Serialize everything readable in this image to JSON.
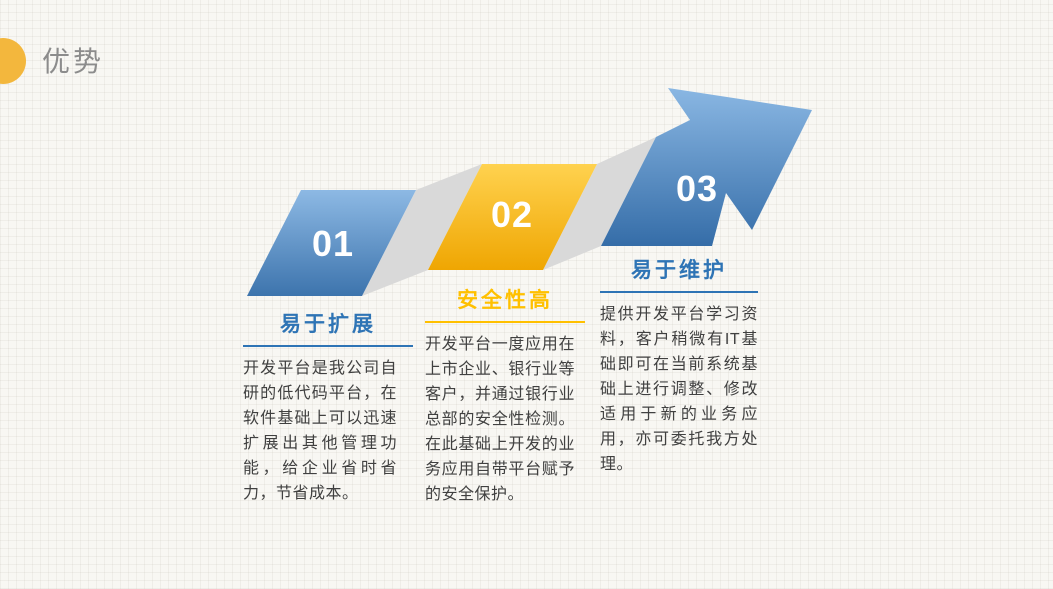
{
  "header": {
    "title": "优势"
  },
  "colors": {
    "blue": "#2e74b5",
    "gold": "#ffc000",
    "accent_circle": "#f3b73d",
    "connector_gray": "#d9d9d9",
    "body_text": "#404040",
    "title_gray": "#8c8c8c"
  },
  "steps": [
    {
      "number": "01",
      "heading": "易于扩展",
      "body": "开发平台是我公司自研的低代码平台，在软件基础上可以迅速扩展出其他管理功能，给企业省时省力，节省成本。"
    },
    {
      "number": "02",
      "heading": "安全性高",
      "body": "开发平台一度应用在上市企业、银行业等客户，并通过银行业总部的安全性检测。在此基础上开发的业务应用自带平台赋予的安全保护。"
    },
    {
      "number": "03",
      "heading": "易于维护",
      "body": "提供开发平台学习资料，客户稍微有IT基础即可在当前系统基础上进行调整、修改适用于新的业务应用，亦可委托我方处理。"
    }
  ]
}
